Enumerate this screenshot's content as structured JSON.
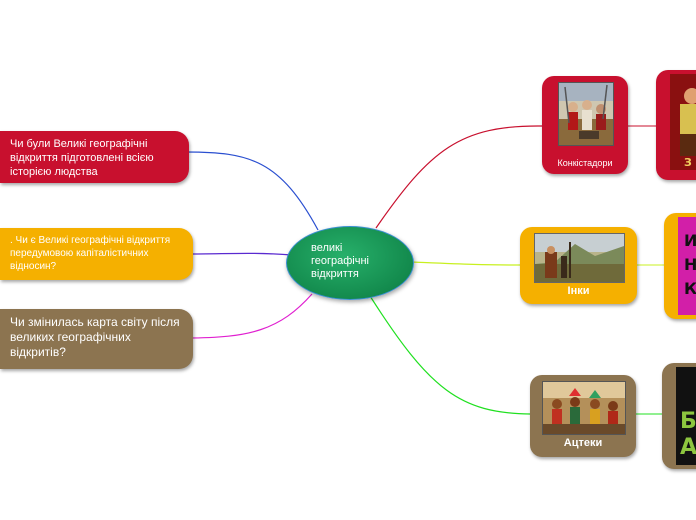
{
  "center": {
    "label": "великі географічні відкриття"
  },
  "left_nodes": [
    {
      "text": "Чи були Великі географічні відкриття підготовлені всією історією людства",
      "color": "#c8102e"
    },
    {
      "text": ". Чи є Великі географічні відкриття передумовою капіталістичних відносин?",
      "color": "#f5b000"
    },
    {
      "text": "Чи змінилась карта світу після великих географічних відкритів?",
      "color": "#8c7450"
    }
  ],
  "right_nodes": [
    {
      "label": "Конкістадори",
      "color": "#c8102e",
      "picture": "conquistadors-painting"
    },
    {
      "label": "Інки",
      "color": "#f5b000",
      "picture": "inca-landscape-painting"
    },
    {
      "label": "Ацтеки",
      "color": "#8c7450",
      "picture": "aztec-warriors-painting"
    }
  ],
  "far_right": {
    "poster1_text": "З",
    "poster2_lines": [
      "И",
      "Н",
      "К"
    ],
    "poster3_lines": [
      "Б",
      "А"
    ]
  }
}
